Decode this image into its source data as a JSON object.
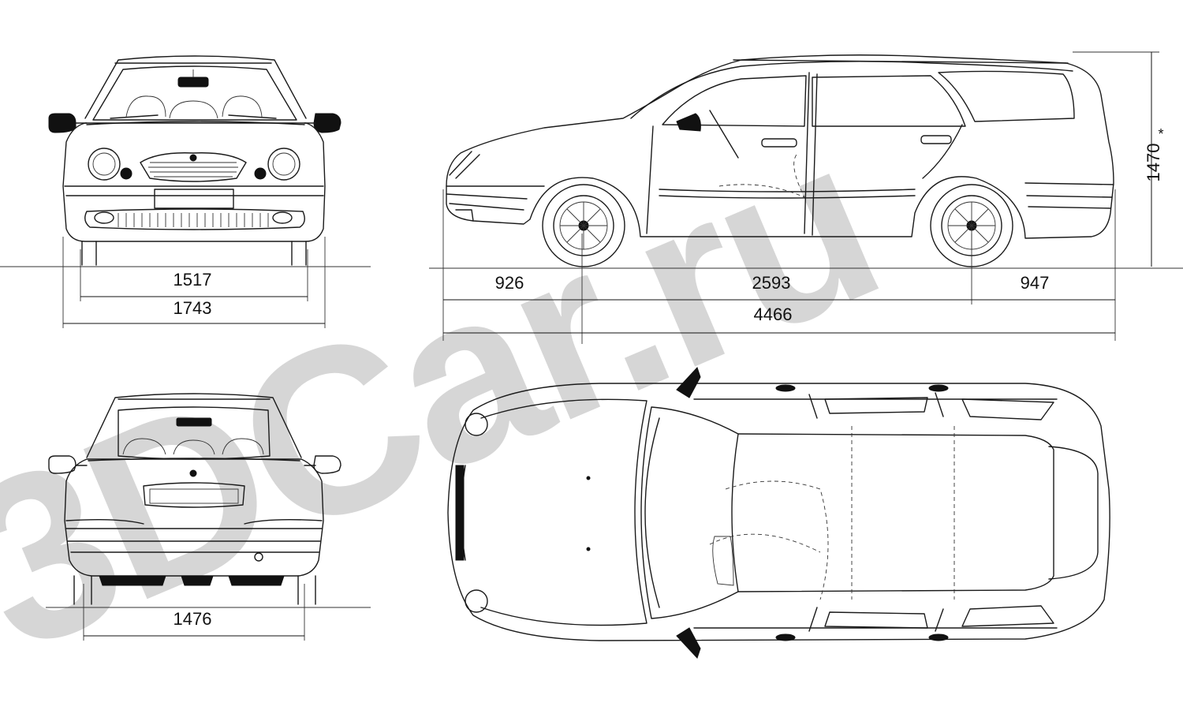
{
  "dimensions": {
    "front_track": "1517",
    "overall_width": "1743",
    "rear_track": "1476",
    "front_overhang": "926",
    "wheelbase": "2593",
    "rear_overhang": "947",
    "overall_length": "4466",
    "height": "1470",
    "height_mark": "*"
  },
  "watermark": {
    "text": "3DCar.ru",
    "color": "#bdbdbd"
  },
  "colors": {
    "line": "#1a1a1a",
    "background": "#ffffff"
  }
}
